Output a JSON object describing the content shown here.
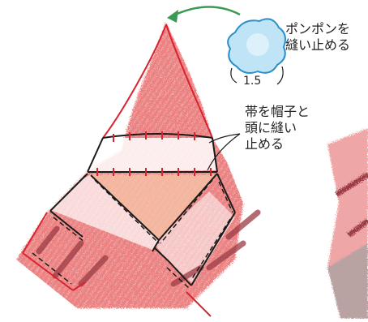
{
  "annotations": {
    "pompom_note": [
      "ポンポンを",
      "縫い止める"
    ],
    "band_note": [
      "帯を帽子と",
      "頭に縫い",
      "止める"
    ],
    "pompom_size": "1.5"
  },
  "colors": {
    "crayon_red": "#e45a5a",
    "crayon_red_light": "#f0a0a0",
    "outline_red": "#d9232f",
    "outline_black": "#1a1a1a",
    "band_peach": "#f7c7a8",
    "stripe_maroon": "#9b3b45",
    "arrow_green": "#3a9a55",
    "pompom_blue": "#7fc7e8",
    "grey_shade": "#9a9a9a"
  },
  "icons": {
    "arrow": "curved-arrow-icon",
    "pompom": "pompom-icon"
  }
}
